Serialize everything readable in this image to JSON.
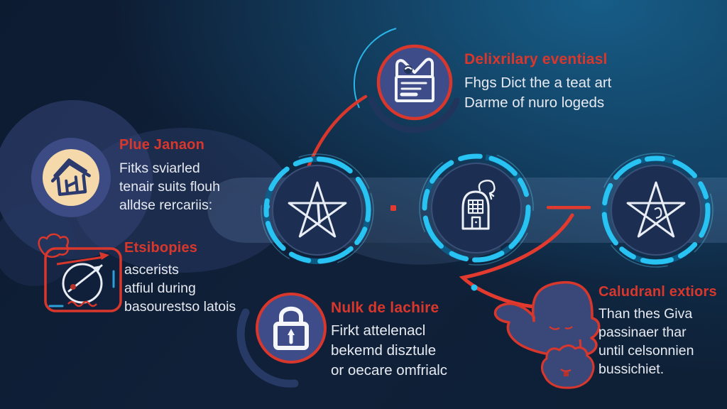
{
  "palette": {
    "background_dark": "#0d1b31",
    "background_teal": "#1a6694",
    "accent_red": "#d9372c",
    "accent_cyan": "#29c3f1",
    "node_fill": "#1c2e52",
    "badge_blue": "#3e4c8a",
    "cream_circle": "#f5d9ab",
    "text": "#e7eaf2"
  },
  "sections": {
    "auxiliary_event": {
      "heading": "Delixrilary eventiasl",
      "lines": [
        "Fhgs Dict the a teat art",
        "Darme of nuro logeds"
      ],
      "icon": "open-envelope-icon"
    },
    "plue_janaon": {
      "heading": "Plue Janaon",
      "lines": [
        "Fitks sviarled",
        "tenair suits flouh",
        "alldse rercariis:"
      ],
      "icon": "house-icon"
    },
    "etsibopies": {
      "heading": "Etsibopies",
      "lines": [
        "ascerists",
        "atfiul during",
        "basourestso latois"
      ],
      "icon": "compass-plane-icon"
    },
    "nulk_de_lachire": {
      "heading": "Nulk de lachire",
      "lines": [
        "Firkt attelenacl",
        "bekemd disztule",
        "or oecare omfrialc"
      ],
      "icon": "padlock-icon"
    },
    "caludranl_extiors": {
      "heading": "Caludranl extiors",
      "lines": [
        "Than thes Giva",
        "passinaer thar",
        "until celsonnien",
        "bussichiet."
      ],
      "icon": "hat-shapes-icon"
    }
  },
  "timeline": {
    "nodes": [
      {
        "id": 1,
        "icon": "star-icon"
      },
      {
        "id": 2,
        "icon": "building-key-icon"
      },
      {
        "id": 3,
        "icon": "star-icon"
      }
    ]
  }
}
